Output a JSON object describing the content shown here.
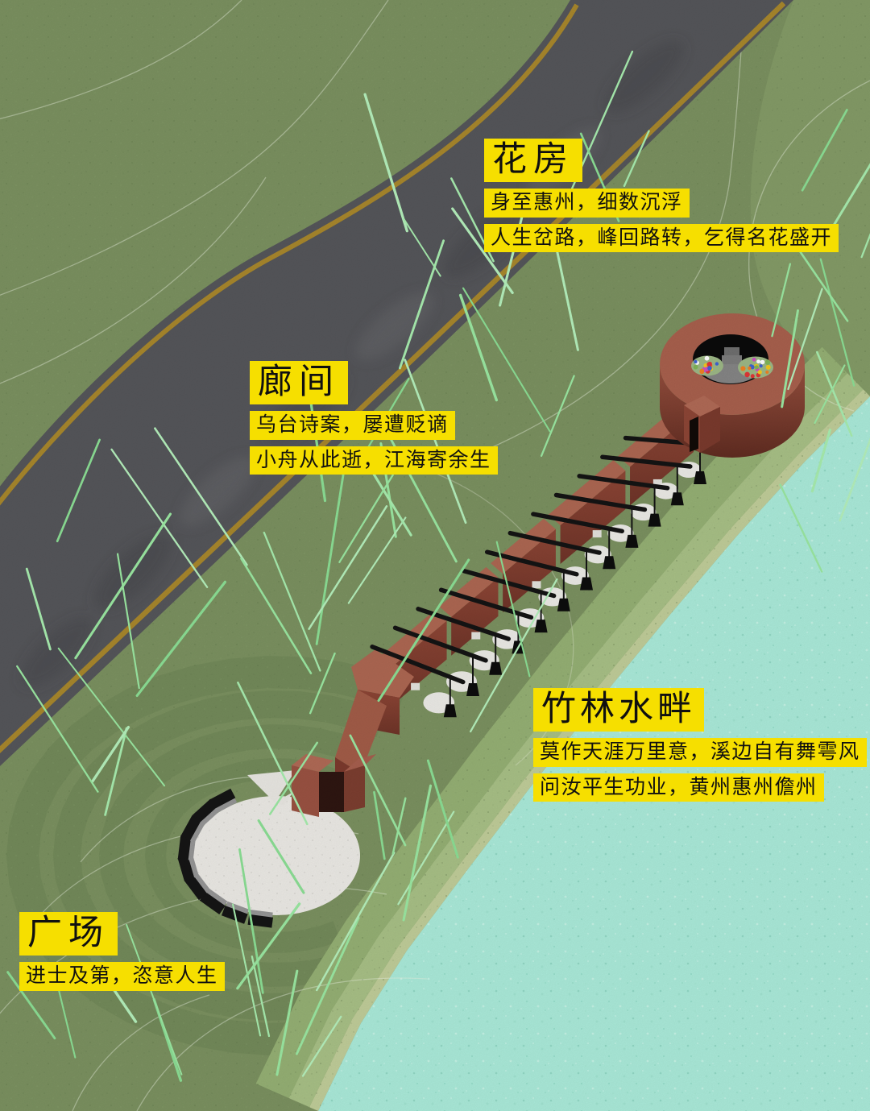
{
  "labels": {
    "flower_house": {
      "title": "花房",
      "line1": "身至惠州，细数沉浮",
      "line2": "人生岔路，峰回路转，乞得名花盛开"
    },
    "corridor": {
      "title": "廊间",
      "line1": "乌台诗案，屡遭贬谪",
      "line2": "小舟从此逝，江海寄余生"
    },
    "bamboo_waterside": {
      "title": "竹林水畔",
      "line1": "莫作天涯万里意，溪边自有舞雩风",
      "line2": "问汝平生功业，黄州惠州儋州"
    },
    "plaza": {
      "title": "广场",
      "line1": "进士及第，恣意人生"
    }
  },
  "colors": {
    "highlight_yellow": "#F6DF00",
    "label_text": "#101010",
    "grass": "#7B9160",
    "water": "#ABEBDA",
    "road_asphalt": "#55565A",
    "road_line_yellow": "#A8872C",
    "corten_light": "#AD6752",
    "corten_dark": "#7A3C2F",
    "bamboo_green": "#9BE8A2",
    "plaza_white": "#ECEAE5"
  }
}
